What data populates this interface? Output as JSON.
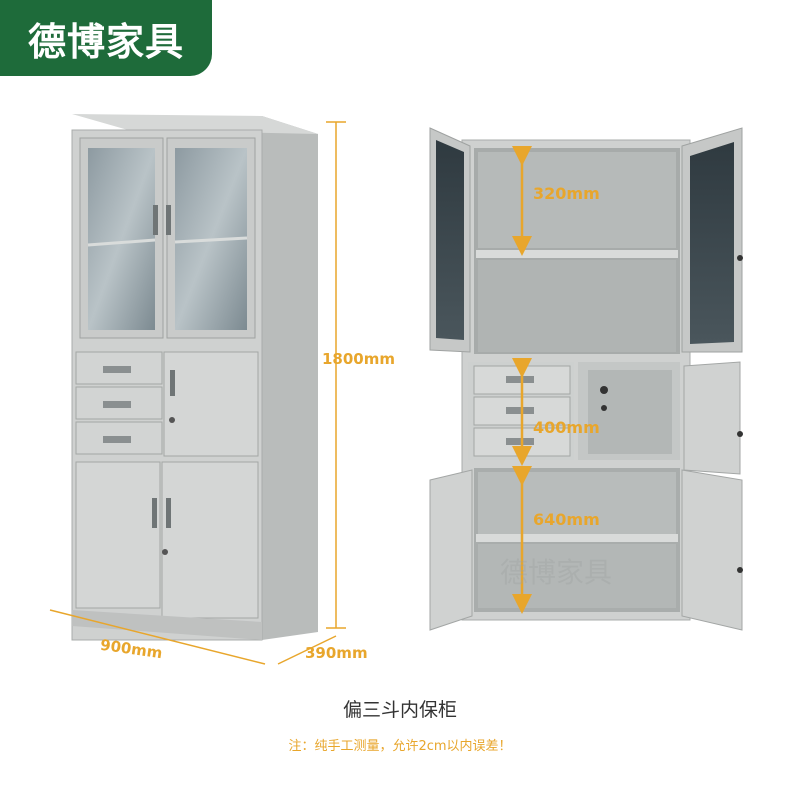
{
  "brand": {
    "name": "德博家具",
    "bg_color": "#1e6b3a"
  },
  "dimensions": {
    "height": "1800mm",
    "width": "900mm",
    "depth": "390mm",
    "top_shelf": "320mm",
    "middle": "400mm",
    "bottom": "640mm",
    "color": "#e8a62c"
  },
  "watermark": "德博家具",
  "product_title": "偏三斗内保柜",
  "note": "注：纯手工测量，允许2cm以内误差！"
}
